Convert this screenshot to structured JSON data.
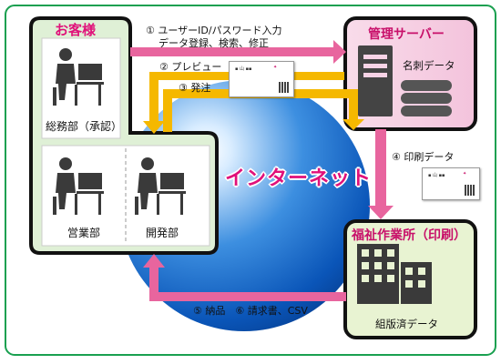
{
  "customer": {
    "title": "お客様",
    "general_affairs": "総務部（承認）",
    "sales": "営業部",
    "development": "開発部"
  },
  "server": {
    "title": "管理サーバー",
    "db_label": "名刺データ"
  },
  "workshop": {
    "title": "福祉作業所（印刷）",
    "data_label": "組版済データ"
  },
  "internet_label": "インターネット",
  "steps": {
    "s1_line1": "① ユーザーID/パスワード入力",
    "s1_line2": "データ登録、検索、修正",
    "s2": "② プレビュー",
    "s3": "③ 発注",
    "s4": "④ 印刷データ",
    "s56": "⑤ 納品　⑥ 請求書、CSV"
  },
  "colors": {
    "frame": "#1aa050",
    "customer_bg": "#dff0d6",
    "server_bg": "#f7d3e6",
    "workshop_bg": "#e8f3d2",
    "pink_arrow": "#e8659e",
    "yellow_arrow": "#f5b800",
    "accent": "#e0117a"
  }
}
